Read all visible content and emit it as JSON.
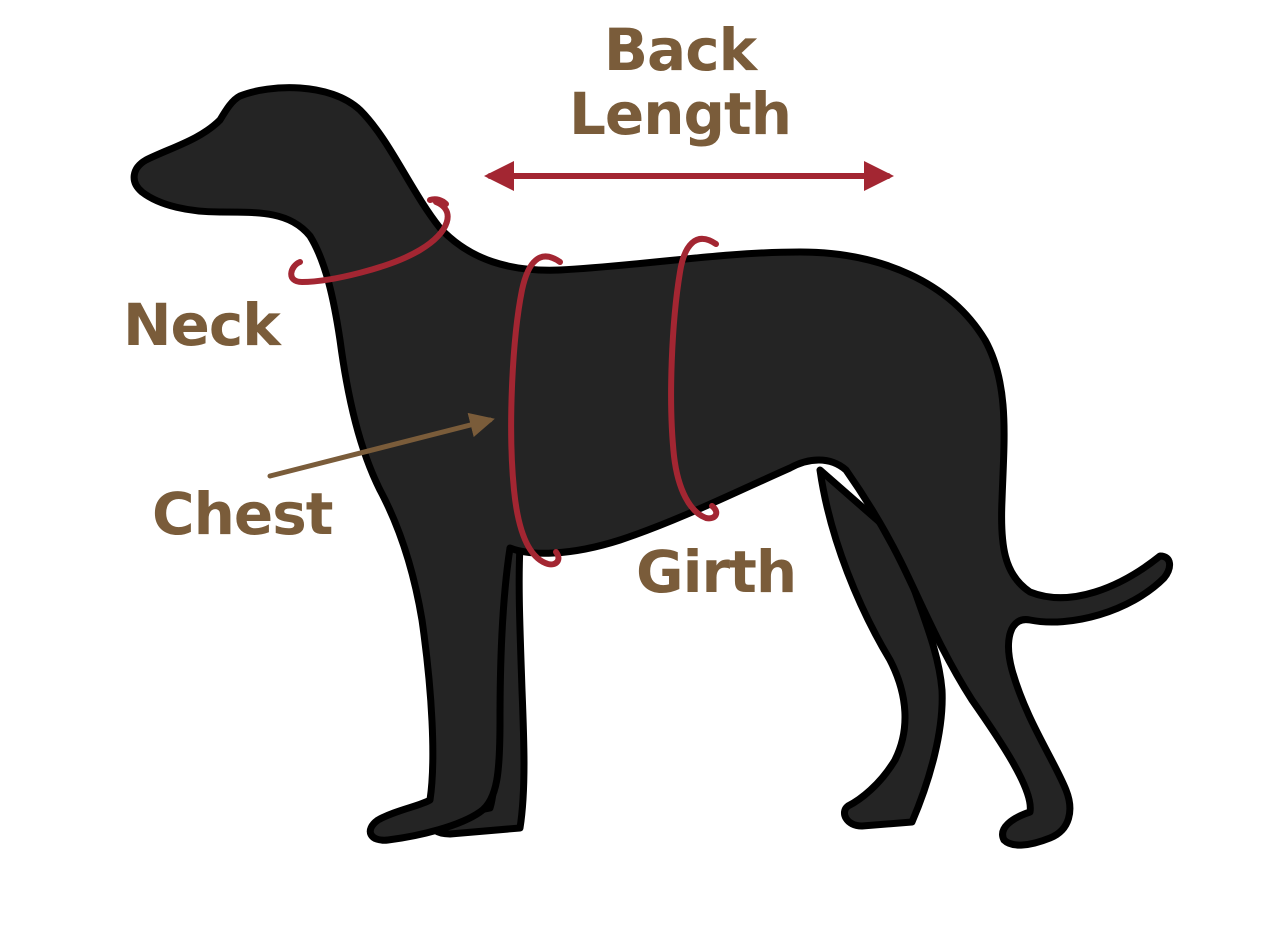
{
  "colors": {
    "label": "#7a5c3a",
    "measure_line": "#a32632",
    "dog_fill": "#242424",
    "dog_outline": "#000000",
    "background": "#ffffff"
  },
  "labels": {
    "back_length_line1": "Back",
    "back_length_line2": "Length",
    "neck": "Neck",
    "chest": "Chest",
    "girth": "Girth"
  }
}
